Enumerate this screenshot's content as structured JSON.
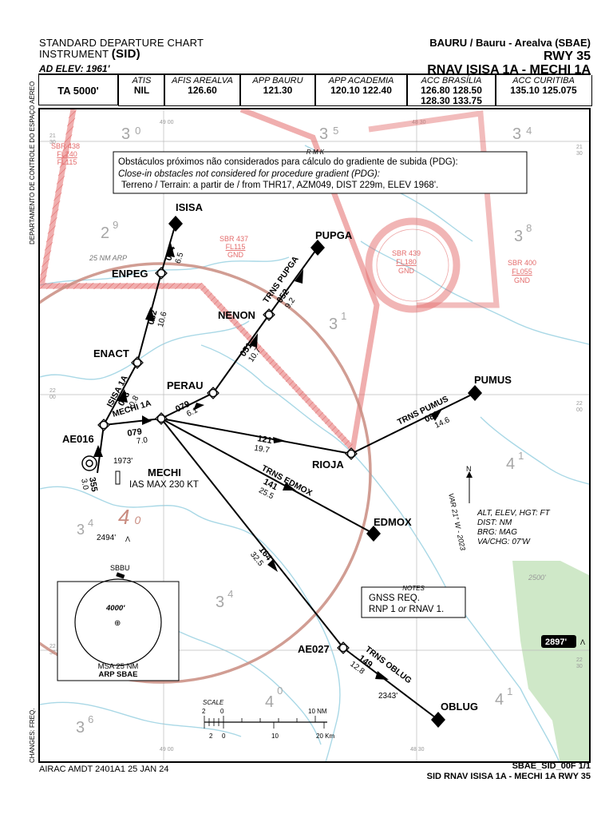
{
  "header": {
    "title_line1": "STANDARD DEPARTURE CHART",
    "title_line2_prefix": "INSTRUMENT",
    "title_line2_sid": "(SID)",
    "ad_elev": "AD ELEV: 1961'",
    "aerodrome": "BAURU / Bauru - Arealva (SBAE)",
    "runway": "RWY 35",
    "procedure": "RNAV ISISA 1A - MECHI 1A"
  },
  "freq": {
    "ta": "TA 5000'",
    "cells": [
      {
        "label": "ATIS",
        "lines": [
          "NIL"
        ]
      },
      {
        "label": "AFIS AREALVA",
        "lines": [
          "126.60"
        ]
      },
      {
        "label": "APP BAURU",
        "lines": [
          "121.30"
        ]
      },
      {
        "label": "APP ACADEMIA",
        "lines": [
          "120.10 122.40"
        ]
      },
      {
        "label": "ACC BRASÍLIA",
        "lines": [
          "126.80 128.50",
          "128.30 133.75"
        ]
      },
      {
        "label": "ACC CURITIBA",
        "lines": [
          "135.10 125.075"
        ]
      }
    ]
  },
  "side_labels": {
    "dept": "DEPARTAMENTO DE CONTROLE DO ESPAÇO AÉREO",
    "changes": "CHANGES: FREQ."
  },
  "notice": {
    "pt": "Obstáculos próximos não considerados para cálculo do gradiente de subida (PDG):",
    "en": "Close-in obstacles not considered for procedure gradient (PDG):",
    "terrain": "Terreno / Terrain: a partir de / from THR17, AZM049, DIST 229m, ELEV 1968'."
  },
  "rmk": "R M K",
  "waypoints": {
    "isisa": "ISISA",
    "pupga": "PUPGA",
    "enpeg": "ENPEG",
    "nenon": "NENON",
    "enact": "ENACT",
    "perau": "PERAU",
    "pumus": "PUMUS",
    "ae016": "AE016",
    "rioja": "RIOJA",
    "mechi": "MECHI",
    "mechi_speed": "IAS MAX 230 KT",
    "edmox": "EDMOX",
    "ae027": "AE027",
    "oblug": "OBLUG"
  },
  "legs": {
    "l355": "355",
    "l355d": "3.0",
    "l079a": "079",
    "l079ad": "7.0",
    "l038": "038",
    "l038d": "10.8",
    "l032": "032",
    "l032d": "10.6",
    "l034": "034",
    "l034d": "6.5",
    "l079b": "079",
    "l079bd": "6.1",
    "l051": "051",
    "l051d": "10.7",
    "l052": "052",
    "l052d": "9.2",
    "l121": "121",
    "l121d": "19.7",
    "l080": "080",
    "l080d": "14.6",
    "l141": "141",
    "l141d": "25.5",
    "l164": "164",
    "l164d": "32.5",
    "l149": "149",
    "l149d": "12.8"
  },
  "route_names": {
    "isisa1a": "ISISA 1A",
    "mechi1a": "MECHI 1A",
    "trns_pupga": "TRNS PUPGA",
    "trns_pumus": "TRNS PUMUS",
    "trns_edmox": "TRNS EDMOX",
    "trns_oblug": "TRNS OBLUG"
  },
  "airspace": [
    {
      "name": "SBR 438",
      "top": "FL240",
      "bottom": "FL115"
    },
    {
      "name": "SBR 437",
      "top": "FL115",
      "bottom": "GND"
    },
    {
      "name": "SBR 439",
      "top": "FL180",
      "bottom": "GND"
    },
    {
      "name": "SBR 400",
      "top": "FL055",
      "bottom": "GND"
    }
  ],
  "arp_ring": "25  NM  ARP",
  "elevations": {
    "e1973": "1973'",
    "e2494": "2494'",
    "e2343": "2343'",
    "e2897": "2897'",
    "e2500": "2500'"
  },
  "sbbu": "SBBU",
  "grid_labels": {
    "lon1": "49 00",
    "lon2": "48 30",
    "lat1a": "21",
    "lat1b": "30",
    "lat2a": "22",
    "lat2b": "00",
    "lat3a": "22",
    "lat3b": "30"
  },
  "msa": {
    "alt": "4000'",
    "label": "MSA 25 NM",
    "ref": "ARP SBAE"
  },
  "notes": {
    "title": "NOTES",
    "line1": "GNSS REQ.",
    "line2_a": "RNP 1",
    "line2_or": "or",
    "line2_b": "RNAV 1."
  },
  "legend": {
    "l1": "ALT, ELEV, HGT: FT",
    "l2": "DIST: NM",
    "l3": "BRG: MAG",
    "l4": "VA/CHG: 07'W"
  },
  "variation": "VAR 21° W - 2023",
  "north": "N",
  "scale": {
    "title": "SCALE",
    "nm_ticks": [
      "2",
      "0",
      "10  NM"
    ],
    "km_ticks": [
      "2",
      "0",
      "10",
      "20  Km"
    ]
  },
  "mef": {
    "m1": "3",
    "m1s": "0",
    "m2": "3",
    "m2s": "5",
    "m3": "3",
    "m3s": "4",
    "m4": "2",
    "m4s": "9",
    "m5": "3",
    "m5s": "8",
    "m6": "3",
    "m6s": "1",
    "m7": "4",
    "m7s": "0",
    "m8": "3",
    "m8s": "4",
    "m9": "4",
    "m9s": "1",
    "m10": "3",
    "m10s": "4",
    "m11": "4",
    "m11s": "0",
    "m12": "3",
    "m12s": "6",
    "m13": "4",
    "m13s": "1"
  },
  "footer": {
    "amdt": "AIRAC AMDT 2401A1  25 JAN 24",
    "code": "SBAE_SID_00F 1/1",
    "title": "SID RNAV ISISA 1A - MECHI 1A RWY 35"
  },
  "colors": {
    "restricted": "#e36b6b",
    "water": "#a9d8e6",
    "ring": "#c98c80",
    "terrain_green": "#cfe8c8"
  }
}
